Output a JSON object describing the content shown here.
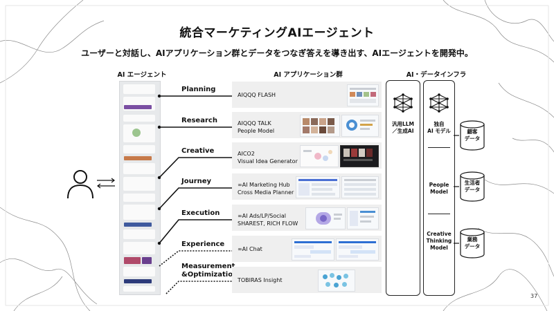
{
  "title": "統合マーケティングAIエージェント",
  "subtitle": "ユーザーと対話し、AIアプリケーション群とデータをつなぎ答えを導き出す、AIエージェントを開発中。",
  "columns": {
    "agent": "AI エージェント",
    "apps": "AI アプリケーション群",
    "infra": "AI・データインフラ"
  },
  "layers": [
    {
      "label": "Planning",
      "app_lines": [
        "AIQQQ FLASH"
      ]
    },
    {
      "label": "Research",
      "app_lines": [
        "AIQQQ TALK",
        "People Model"
      ]
    },
    {
      "label": "Creative",
      "app_lines": [
        "AICO2",
        "Visual Idea Generator"
      ]
    },
    {
      "label": "Journey",
      "app_lines": [
        "∞AI Marketing Hub",
        "Cross Media Planner"
      ]
    },
    {
      "label": "Execution",
      "app_lines": [
        "∞AI Ads/LP/Social",
        "SHAREST, RICH FLOW"
      ]
    },
    {
      "label": "Experience",
      "app_lines": [
        "∞AI Chat"
      ]
    },
    {
      "label_lines": [
        "Measurement",
        "&Optimization"
      ],
      "app_lines": [
        "TOBIRAS Insight"
      ]
    }
  ],
  "infra": {
    "llm_lines": [
      "汎用LLM",
      "／生成AI"
    ],
    "own_model_lines": [
      "独自",
      "AI モデル"
    ],
    "people_model_lines": [
      "People",
      "Model"
    ],
    "creative_model_lines": [
      "Creative",
      "Thinking",
      "Model"
    ]
  },
  "data_stores": [
    {
      "lines": [
        "顧客",
        "データ"
      ]
    },
    {
      "lines": [
        "生活者",
        "データ"
      ]
    },
    {
      "lines": [
        "業務",
        "データ"
      ]
    }
  ],
  "page_number": "37",
  "icons": [
    "user-icon",
    "bidirectional-arrows-icon",
    "network-icon",
    "database-icon"
  ],
  "colors": {
    "text": "#111111",
    "app_row_bg": "#efefef",
    "line": "#222222"
  }
}
